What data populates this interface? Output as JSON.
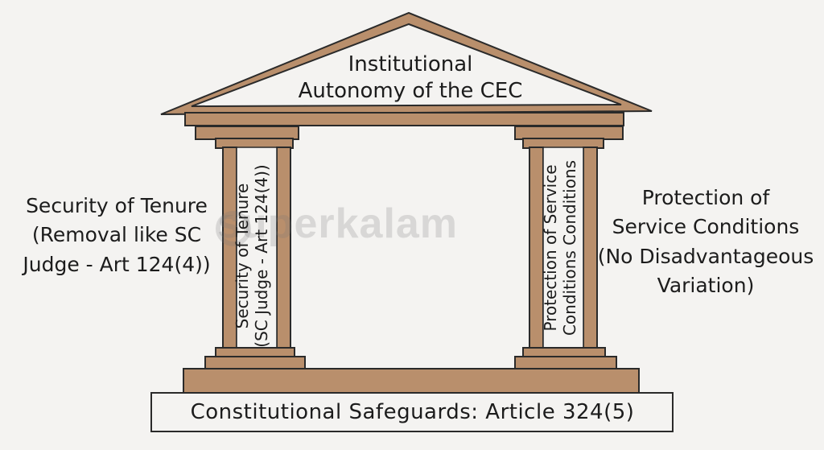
{
  "roof": {
    "title_line1": "Institutional",
    "title_line2": "Autonomy of the CEC"
  },
  "left_pillar": {
    "text_line1": "Security of Tenure",
    "text_line2": "(SC Judge - Art 124(4))"
  },
  "right_pillar": {
    "text_line1": "Protection of Service",
    "text_line2": "Conditions Conditions"
  },
  "left_side_label": {
    "line1": "Security of Tenure",
    "line2": "(Removal like SC",
    "line3": "Judge - Art 124(4))"
  },
  "right_side_label": {
    "line1": "Protection of",
    "line2": "Service Conditions",
    "line3": "(No Disadvantageous",
    "line4": "Variation)"
  },
  "base": {
    "label": "Constitutional Safeguards: Article 324(5)"
  },
  "watermark": {
    "text": "superkalam"
  },
  "colors": {
    "wood": "#b98f6c",
    "wood_dark": "#6b4a33",
    "outline": "#2a2a2a",
    "paper": "#f4f3f1"
  }
}
